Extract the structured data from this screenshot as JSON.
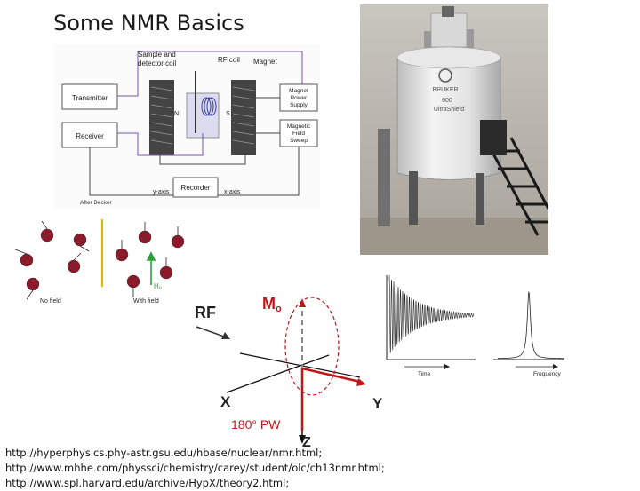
{
  "title": "Some NMR Basics",
  "schematic": {
    "sample_label": "Sample and\ndetector coil",
    "rfcoil_label": "RF coil",
    "magnet_label": "Magnet",
    "transmitter": "Transmitter",
    "receiver": "Receiver",
    "magnet_power": "Magnet\nPower\nSupply",
    "field_sweep": "Magnetic\nField\nSweep",
    "recorder": "Recorder",
    "yaxis": "y-axis",
    "xaxis": "x-axis",
    "pole_n": "N",
    "pole_s": "S",
    "credit": "After Becker"
  },
  "photo": {
    "brand": "BRUKER",
    "model": "600",
    "product": "UltraShield"
  },
  "spins": {
    "no_field": "No field",
    "with_field": "With field",
    "h0": "H₀"
  },
  "rotation": {
    "rf": "RF",
    "m0": "M",
    "m0_sub": "o",
    "x": "X",
    "y": "Y",
    "z": "Z",
    "pulse": "180° PW"
  },
  "spectra": {
    "time_label": "Time",
    "freq_label": "Frequency"
  },
  "references": "http://hyperphysics.phy-astr.gsu.edu/hbase/nuclear/nmr.html; http://www.mhhe.com/physsci/chemistry/carey/student/olc/ch13nmr.html; http://www.spl.harvard.edu/archive/HypX/theory2.html;",
  "colors": {
    "accent_red": "#c0161a",
    "spin_red": "#8b1a2b",
    "field_green": "#2e9e3a",
    "gold": "#e0b800"
  }
}
